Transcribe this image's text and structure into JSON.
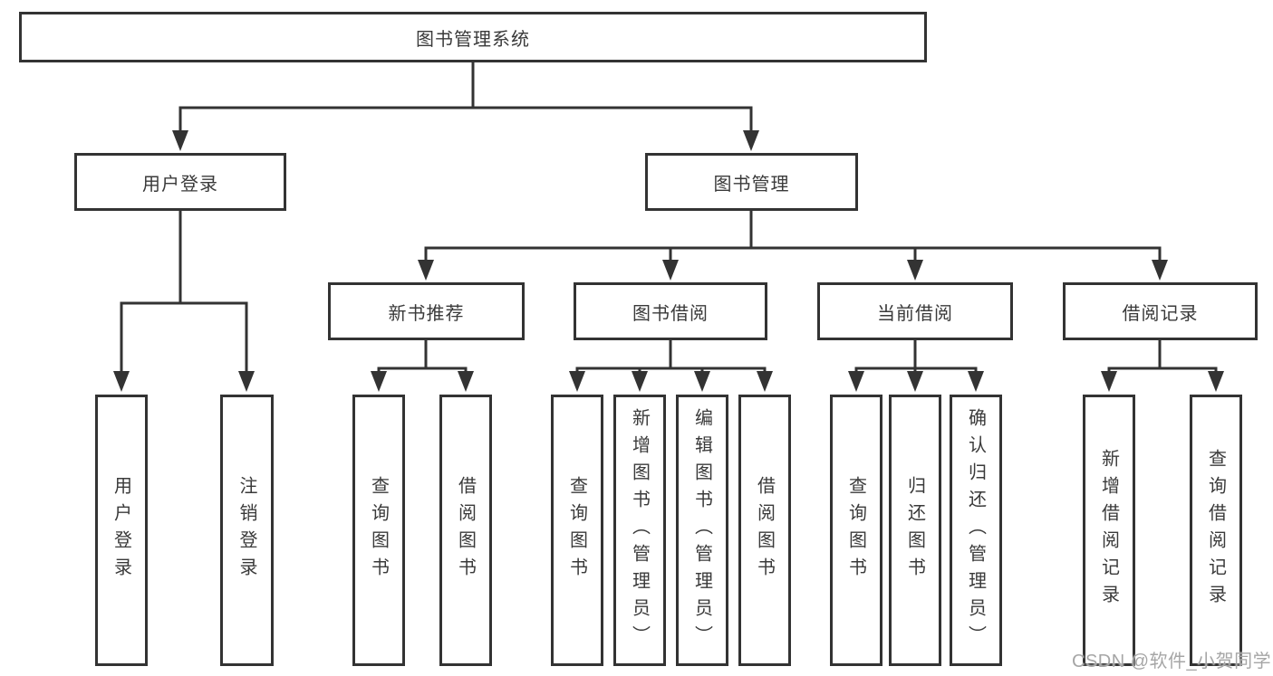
{
  "diagram": {
    "root": {
      "label": "图书管理系统"
    },
    "branches": [
      {
        "label": "用户登录",
        "children": [
          {
            "label": "用户登录"
          },
          {
            "label": "注销登录"
          }
        ]
      },
      {
        "label": "图书管理",
        "children": [
          {
            "label": "新书推荐",
            "children": [
              {
                "label": "查询图书"
              },
              {
                "label": "借阅图书"
              }
            ]
          },
          {
            "label": "图书借阅",
            "children": [
              {
                "label": "查询图书"
              },
              {
                "label": "新增图书（管理员）"
              },
              {
                "label": "编辑图书（管理员）"
              },
              {
                "label": "借阅图书"
              }
            ]
          },
          {
            "label": "当前借阅",
            "children": [
              {
                "label": "查询图书"
              },
              {
                "label": "归还图书"
              },
              {
                "label": "确认归还（管理员）"
              }
            ]
          },
          {
            "label": "借阅记录",
            "children": [
              {
                "label": "新增借阅记录"
              },
              {
                "label": "查询借阅记录"
              }
            ]
          }
        ]
      }
    ]
  },
  "watermark": {
    "text": "CSDN @软件_小贺同学",
    "color": "#a6a6a6"
  },
  "colors": {
    "line": "#333333",
    "text": "#3a3a3a",
    "box_background": "#ffffff",
    "page_background": "#ffffff"
  }
}
